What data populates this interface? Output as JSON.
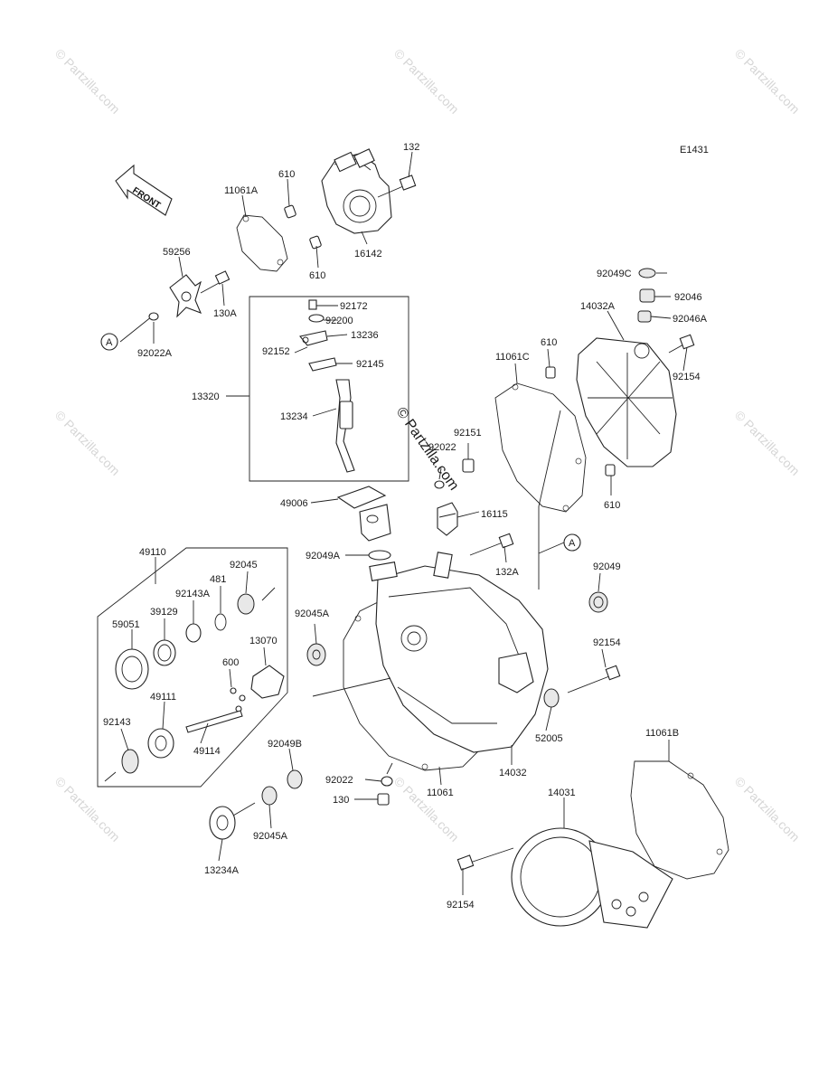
{
  "diagram_code": "E1431",
  "front_label": "FRONT",
  "callout_a": "A",
  "watermark": "© Partzilla.com",
  "parts": {
    "p132": "132",
    "p610_top": "610",
    "p11061A": "11061A",
    "p16142": "16142",
    "p610_b": "610",
    "p59256": "59256",
    "p130A": "130A",
    "p92022A": "92022A",
    "p92172": "92172",
    "p92200": "92200",
    "p13236": "13236",
    "p92152": "92152",
    "p92145": "92145",
    "p13320": "13320",
    "p13234": "13234",
    "p92022_mid": "92022",
    "p92151": "92151",
    "p49006": "49006",
    "p16115": "16115",
    "p92049A": "92049A",
    "p132A": "132A",
    "p92049C": "92049C",
    "p92046": "92046",
    "p14032A": "14032A",
    "p92046A": "92046A",
    "p610_r1": "610",
    "p11061C": "11061C",
    "p92154_r": "92154",
    "p610_r2": "610",
    "p92049": "92049",
    "p92154_m": "92154",
    "p52005": "52005",
    "p14032": "14032",
    "p11061": "11061",
    "p92022_low": "92022",
    "p130": "130",
    "p49110": "49110",
    "p92045": "92045",
    "p481": "481",
    "p92143A": "92143A",
    "p39129": "39129",
    "p59051": "59051",
    "p13070": "13070",
    "p92045A_a": "92045A",
    "p600": "600",
    "p49111": "49111",
    "p92143": "92143",
    "p49114": "49114",
    "p92049B": "92049B",
    "p92045A_b": "92045A",
    "p13234A": "13234A",
    "p11061B": "11061B",
    "p14031": "14031",
    "p92154_b": "92154"
  }
}
